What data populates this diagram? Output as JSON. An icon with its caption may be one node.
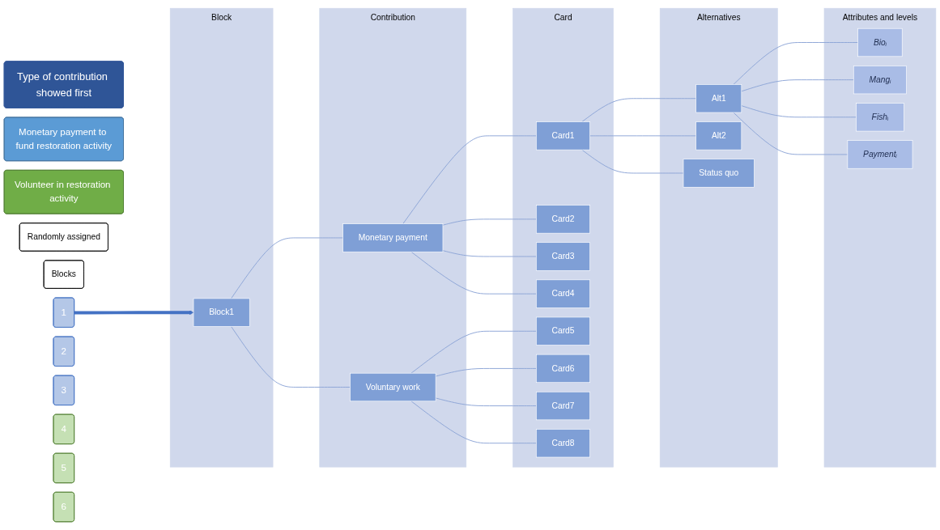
{
  "diagram": {
    "nodes": [
      {
        "text": [
          "Type of contribution showed first"
        ]
      },
      {
        "text": [
          "Monetary payment to fund restoration activity"
        ]
      },
      {
        "text": [
          "Volunteer in restoration activity"
        ]
      },
      {
        "text": [
          "Randomly assigned"
        ]
      },
      {
        "text": [
          "Blocks"
        ]
      },
      {
        "text": [
          "1"
        ]
      },
      {
        "text": [
          "2"
        ]
      },
      {
        "text": [
          "3"
        ]
      },
      {
        "text": [
          "4"
        ]
      },
      {
        "text": [
          "5"
        ]
      },
      {
        "text": [
          "6"
        ]
      },
      {
        "text": [
          "Block"
        ]
      },
      {
        "text": [
          "Block1"
        ],
        "in": 11
      },
      {
        "text": [
          "Contribution"
        ]
      },
      {
        "text": [
          "Monetary payment"
        ],
        "in": 13
      },
      {
        "text": [
          "Voluntary work"
        ],
        "in": 13
      },
      {
        "text": [
          "Card"
        ]
      },
      {
        "text": [
          "Card1"
        ],
        "in": 16
      },
      {
        "text": [
          "Card2"
        ],
        "in": 16
      },
      {
        "text": [
          "Card3"
        ],
        "in": 16
      },
      {
        "text": [
          "Card4"
        ],
        "in": 16
      },
      {
        "text": [
          "Card5"
        ],
        "in": 16
      },
      {
        "text": [
          "Card6"
        ],
        "in": 16
      },
      {
        "text": [
          "Card7"
        ],
        "in": 16
      },
      {
        "text": [
          "Card8"
        ],
        "in": 16
      },
      {
        "text": [
          "Alternatives"
        ]
      },
      {
        "text": [
          "Alt1"
        ],
        "in": 25
      },
      {
        "text": [
          "Alt2"
        ],
        "in": 25
      },
      {
        "text": [
          "Status quo"
        ],
        "in": 25
      },
      {
        "text": [
          "Attributes and levels"
        ]
      },
      {
        "text": [
          "Bioᵢ"
        ],
        "in": 29
      },
      {
        "text": [
          "Mangᵢ"
        ],
        "in": 29
      },
      {
        "text": [
          "Fishᵢ"
        ],
        "in": 29
      },
      {
        "text": [
          "Paymentᵢ"
        ],
        "in": 29
      }
    ],
    "edges": [
      {
        "from": 5,
        "to": 12,
        "arrow": "to",
        "style": "thick",
        "color": "#4472c4"
      },
      {
        "from": 12,
        "to": 14,
        "arrow": "none"
      },
      {
        "from": 12,
        "to": 15,
        "arrow": "none"
      },
      {
        "from": 14,
        "to": 17,
        "arrow": "none"
      },
      {
        "from": 14,
        "to": 18,
        "arrow": "none"
      },
      {
        "from": 14,
        "to": 19,
        "arrow": "none"
      },
      {
        "from": 14,
        "to": 20,
        "arrow": "none"
      },
      {
        "from": 15,
        "to": 21,
        "arrow": "none"
      },
      {
        "from": 15,
        "to": 22,
        "arrow": "none"
      },
      {
        "from": 15,
        "to": 23,
        "arrow": "none"
      },
      {
        "from": 15,
        "to": 24,
        "arrow": "none"
      },
      {
        "from": 17,
        "to": 26,
        "arrow": "none"
      },
      {
        "from": 17,
        "to": 27,
        "arrow": "none"
      },
      {
        "from": 17,
        "to": 28,
        "arrow": "none"
      },
      {
        "from": 26,
        "to": 30,
        "arrow": "none"
      },
      {
        "from": 26,
        "to": 31,
        "arrow": "none"
      },
      {
        "from": 26,
        "to": 32,
        "arrow": "none"
      },
      {
        "from": 26,
        "to": 33,
        "arrow": "none"
      }
    ]
  }
}
